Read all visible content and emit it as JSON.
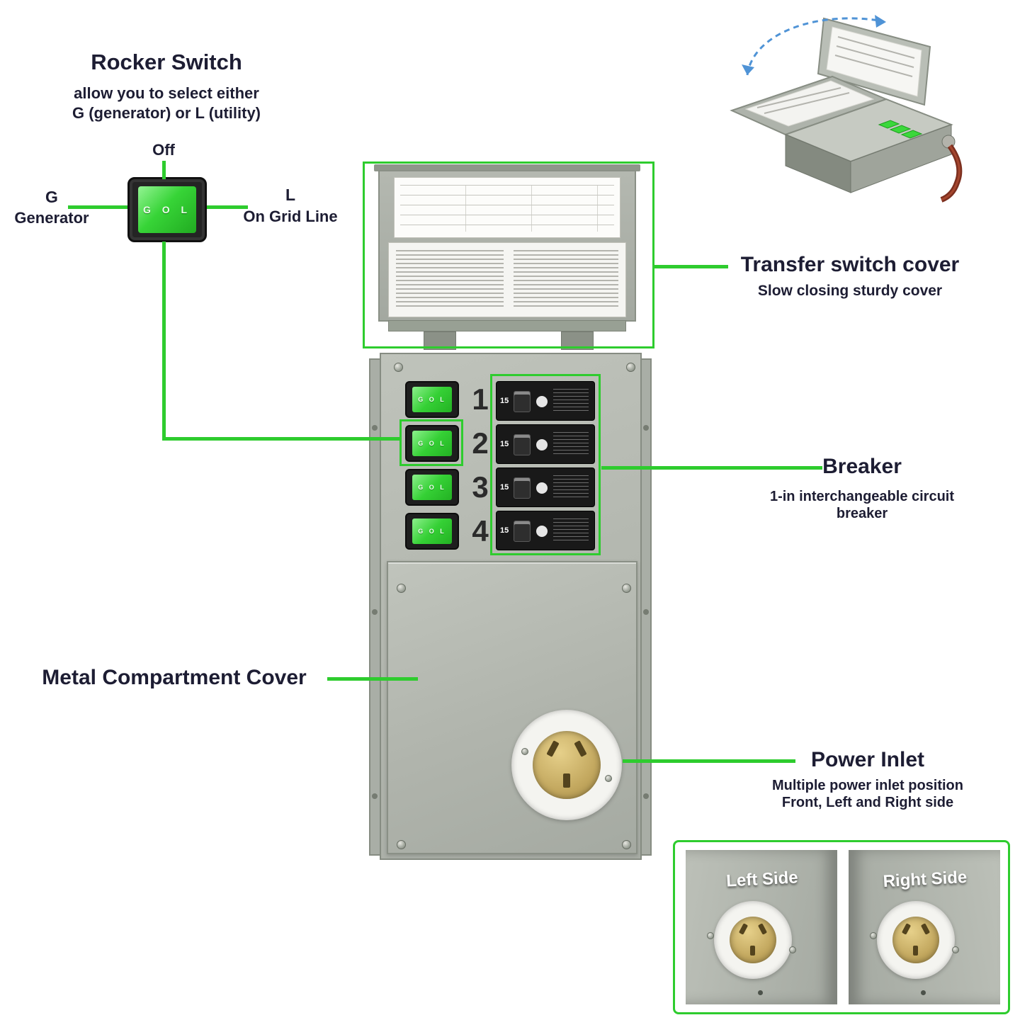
{
  "colors": {
    "accent_green": "#2ecc2e",
    "switch_green": "#37d437",
    "text_dark": "#1d1d33",
    "metal_gray": "#b2b6ae",
    "breaker_black": "#191919"
  },
  "rocker_section": {
    "title": "Rocker Switch",
    "description_line1": "allow you to select either",
    "description_line2": "G (generator) or L (utility)",
    "off_label": "Off",
    "generator_letter": "G",
    "generator_label": "Generator",
    "line_letter": "L",
    "line_label": "On Grid Line"
  },
  "transfer_cover_section": {
    "title": "Transfer switch cover",
    "subtitle": "Slow closing sturdy cover"
  },
  "breaker_section": {
    "title": "Breaker",
    "subtitle_line1": "1-in interchangeable circuit",
    "subtitle_line2": "breaker"
  },
  "metal_cover_section": {
    "title": "Metal Compartment Cover"
  },
  "power_inlet_section": {
    "title": "Power Inlet",
    "subtitle_line1": "Multiple power inlet position",
    "subtitle_line2": "Front, Left and Right side"
  },
  "side_views": {
    "left_label": "Left Side",
    "right_label": "Right Side"
  },
  "panel": {
    "switch_text": "G O L",
    "channel_numbers": [
      "1",
      "2",
      "3",
      "4"
    ],
    "breaker_amp": "15"
  }
}
